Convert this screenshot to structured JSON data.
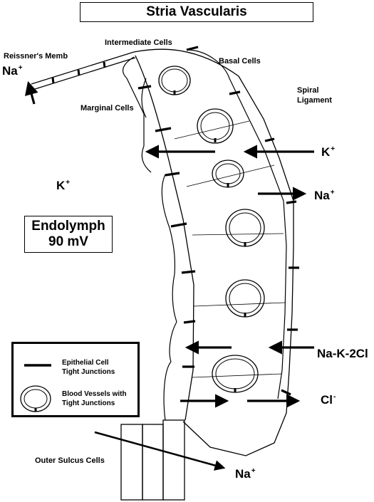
{
  "title": "Stria Vascularis",
  "labels": {
    "intermediate_cells": "Intermediate Cells",
    "reissners_membrane": "Reissner's Memb",
    "basal_cells": "Basal Cells",
    "spiral_ligament_1": "Spiral",
    "spiral_ligament_2": "Ligament",
    "marginal_cells": "Marginal Cells",
    "outer_sulcus_cells": "Outer Sulcus Cells"
  },
  "ions": {
    "na_top": {
      "base": "Na",
      "charge": "+"
    },
    "k_right": {
      "base": "K",
      "charge": "+"
    },
    "k_left": {
      "base": "K",
      "charge": "+"
    },
    "na_right": {
      "base": "Na",
      "charge": "+"
    },
    "cotransporter": "Na-K-2Cl",
    "cl_right": {
      "base": "Cl",
      "charge": "-"
    },
    "na_bottom": {
      "base": "Na",
      "charge": "+"
    }
  },
  "endolymph": {
    "line1": "Endolymph",
    "line2": "90 mV"
  },
  "legend": {
    "tight_junction_1": "Epithelial Cell",
    "tight_junction_2": "Tight Junctions",
    "blood_vessel_1": "Blood Vessels with",
    "blood_vessel_2": "Tight Junctions"
  }
}
